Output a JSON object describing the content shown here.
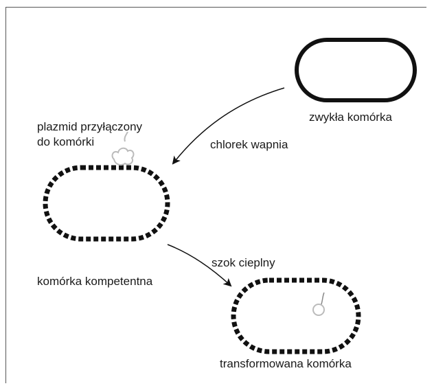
{
  "labels": {
    "normal_cell": "zwykła komórka",
    "plasmid_attached_line1": "plazmid przyłączony",
    "plasmid_attached_line2": "do komórki",
    "calcium_chloride": "chlorek wapnia",
    "competent_cell": "komórka kompetentna",
    "heat_shock": "szok cieplny",
    "transformed_cell": "transformowana komórka"
  },
  "colors": {
    "membrane": "#111111",
    "frame": "#555555",
    "text": "#1a1a1a",
    "plasmid": "#bbbbbb"
  }
}
